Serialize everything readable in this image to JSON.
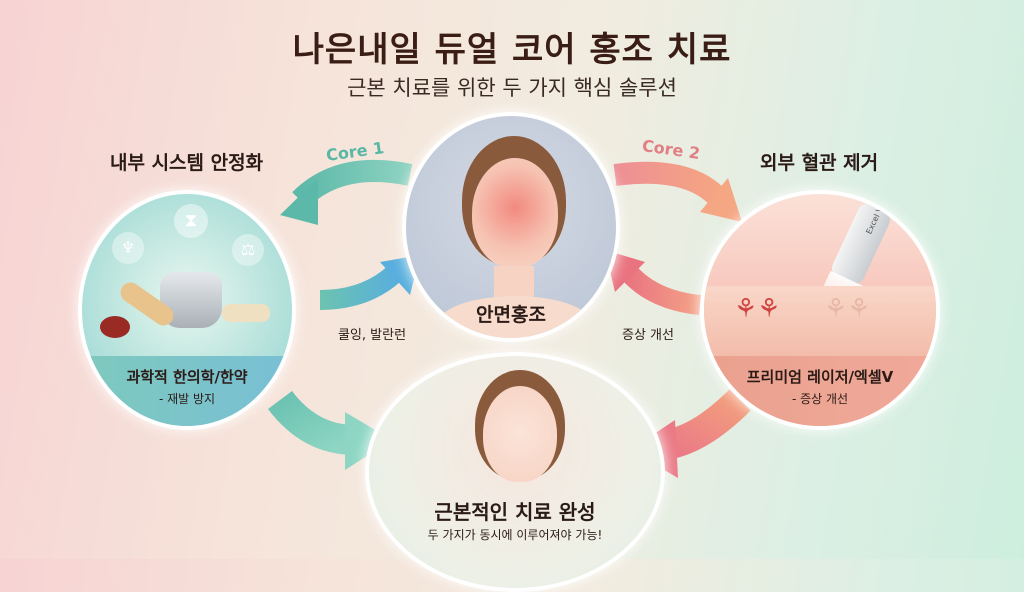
{
  "header": {
    "title": "나은내일 듀얼 코어 홍조 치료",
    "subtitle": "근본 치료를 위한 두 가지 핵심 솔루션"
  },
  "left_node": {
    "heading": "내부 시스템 안정화",
    "core_label": "Core 1",
    "band_title": "과학적 한의학/한약",
    "band_sub": "- 재발 방지",
    "icons": [
      "dna-icon",
      "balance-scale-icon",
      "body-meridian-icon",
      "herbal-pot-icon",
      "ginseng-icon",
      "acupuncture-needles-icon"
    ]
  },
  "center_node": {
    "label": "안면홍조",
    "left_caption": "쿨잉, 발란런",
    "right_caption": "증상 개선"
  },
  "right_node": {
    "heading": "외부 혈관 제거",
    "core_label": "Core 2",
    "band_title": "프리미엄 레이저/엑셀V",
    "band_sub": "- 증상 개선",
    "device_text": "Excel V"
  },
  "bottom_node": {
    "title": "근본적인 치료 완성",
    "subtitle": "두 가지가 동시에 이루어져야 가능!"
  },
  "colors": {
    "teal_arrow": "#6cc2b2",
    "blue_arrow": "#5fb3d9",
    "pink_arrow": "#ef8a8a",
    "orange_arrow": "#f3a07e",
    "core1_text": "#5ab7a6",
    "core2_text": "#e07f84",
    "title_text": "#3a1e16"
  }
}
